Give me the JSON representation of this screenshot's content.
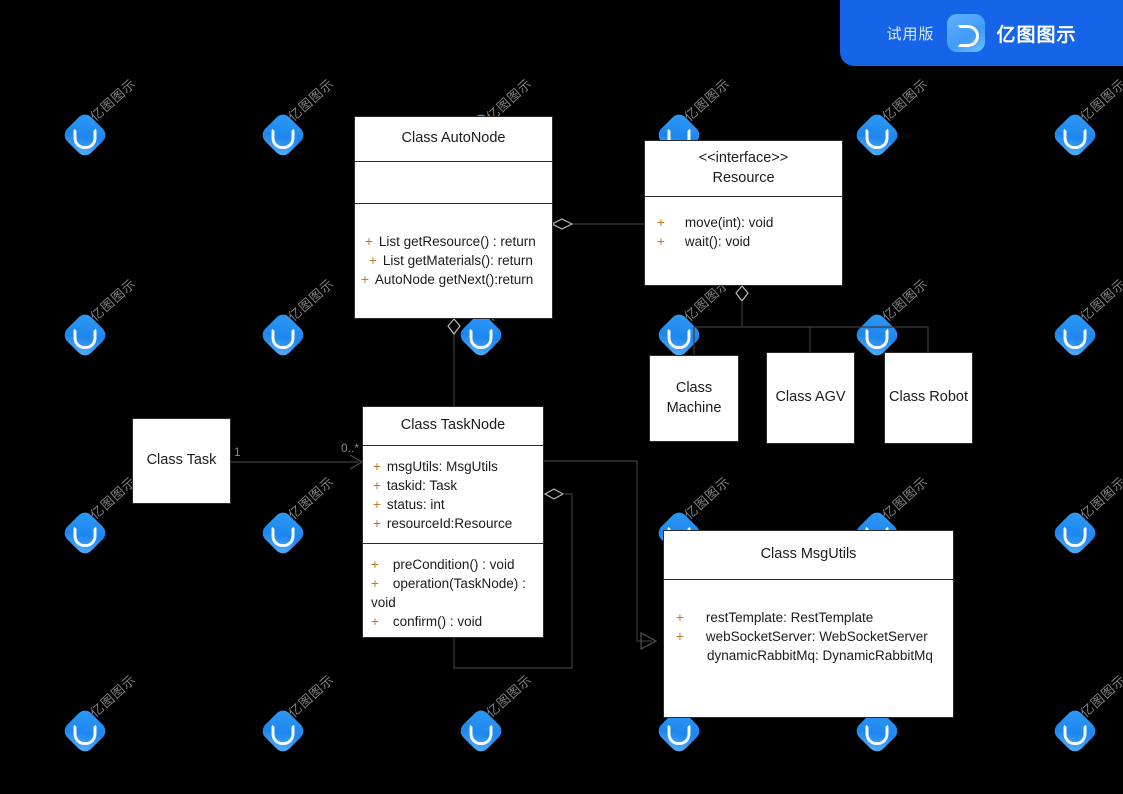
{
  "banner": {
    "trial_label": "试用版",
    "brand_name": "亿图图示",
    "logo_icon": "edraw-logo-icon",
    "background_color": "#1664e8"
  },
  "watermark": {
    "text": "亿图图示",
    "logo_icon": "edraw-watermark-logo-icon"
  },
  "canvas": {
    "background_color": "#000000",
    "box_fill": "#ffffff",
    "box_border": "#2b2b2b",
    "visibility_marker_color": "#c07a1f"
  },
  "diagram": {
    "type": "uml-class-diagram",
    "classes": [
      {
        "id": "autonode",
        "title": "Class AutoNode",
        "attributes": [],
        "operations": [
          {
            "visibility": "+",
            "text": "List getResource() : return"
          },
          {
            "visibility": "+",
            "text": "List getMaterials(): return"
          },
          {
            "visibility": "+",
            "text": "AutoNode getNext():return"
          }
        ]
      },
      {
        "id": "resource",
        "stereotype": "<<interface>>",
        "title": "Resource",
        "operations": [
          {
            "visibility": "+",
            "text": "move(int): void"
          },
          {
            "visibility": "+",
            "text": "wait(): void"
          }
        ]
      },
      {
        "id": "task",
        "title": "Class Task"
      },
      {
        "id": "tasknode",
        "title": "Class TaskNode",
        "attributes": [
          {
            "visibility": "+",
            "text": "msgUtils: MsgUtils"
          },
          {
            "visibility": "+",
            "text": "taskid: Task"
          },
          {
            "visibility": "+",
            "text": "status: int"
          },
          {
            "visibility": "+",
            "text": "resourceId:Resource"
          }
        ],
        "operations": [
          {
            "visibility": "+",
            "text": "preCondition() : void"
          },
          {
            "visibility": "+",
            "text": "operation(TaskNode) : void"
          },
          {
            "visibility": "+",
            "text": "confirm() : void"
          }
        ]
      },
      {
        "id": "machine",
        "title": "Class\nMachine"
      },
      {
        "id": "agv",
        "title": "Class AGV"
      },
      {
        "id": "robot",
        "title": "Class Robot"
      },
      {
        "id": "msgutils",
        "title": "Class MsgUtils",
        "attributes": [
          {
            "visibility": "+",
            "text": "restTemplate: RestTemplate"
          },
          {
            "visibility": "+",
            "text": "webSocketServer: WebSocketServer"
          },
          {
            "visibility": "",
            "text": "dynamicRabbitMq: DynamicRabbitMq"
          }
        ]
      }
    ],
    "relations": [
      {
        "id": "autonode-resource",
        "kind": "aggregation",
        "from": "autonode",
        "to": "resource"
      },
      {
        "id": "autonode-tasknode",
        "kind": "aggregation",
        "from": "autonode",
        "to": "tasknode"
      },
      {
        "id": "resource-machine",
        "kind": "aggregation",
        "from": "resource",
        "to": "machine"
      },
      {
        "id": "resource-agv",
        "kind": "aggregation",
        "from": "resource",
        "to": "agv"
      },
      {
        "id": "resource-robot",
        "kind": "aggregation",
        "from": "resource",
        "to": "robot"
      },
      {
        "id": "task-tasknode",
        "kind": "association",
        "from": "task",
        "to": "tasknode",
        "source_label": "1",
        "target_label": "0..*"
      },
      {
        "id": "tasknode-self",
        "kind": "aggregation",
        "from": "tasknode",
        "to": "tasknode"
      },
      {
        "id": "tasknode-msgutils",
        "kind": "dependency",
        "from": "tasknode",
        "to": "msgutils"
      }
    ]
  },
  "labels": {
    "task_multiplicity": "1",
    "tasknode_multiplicity": "0..*"
  }
}
